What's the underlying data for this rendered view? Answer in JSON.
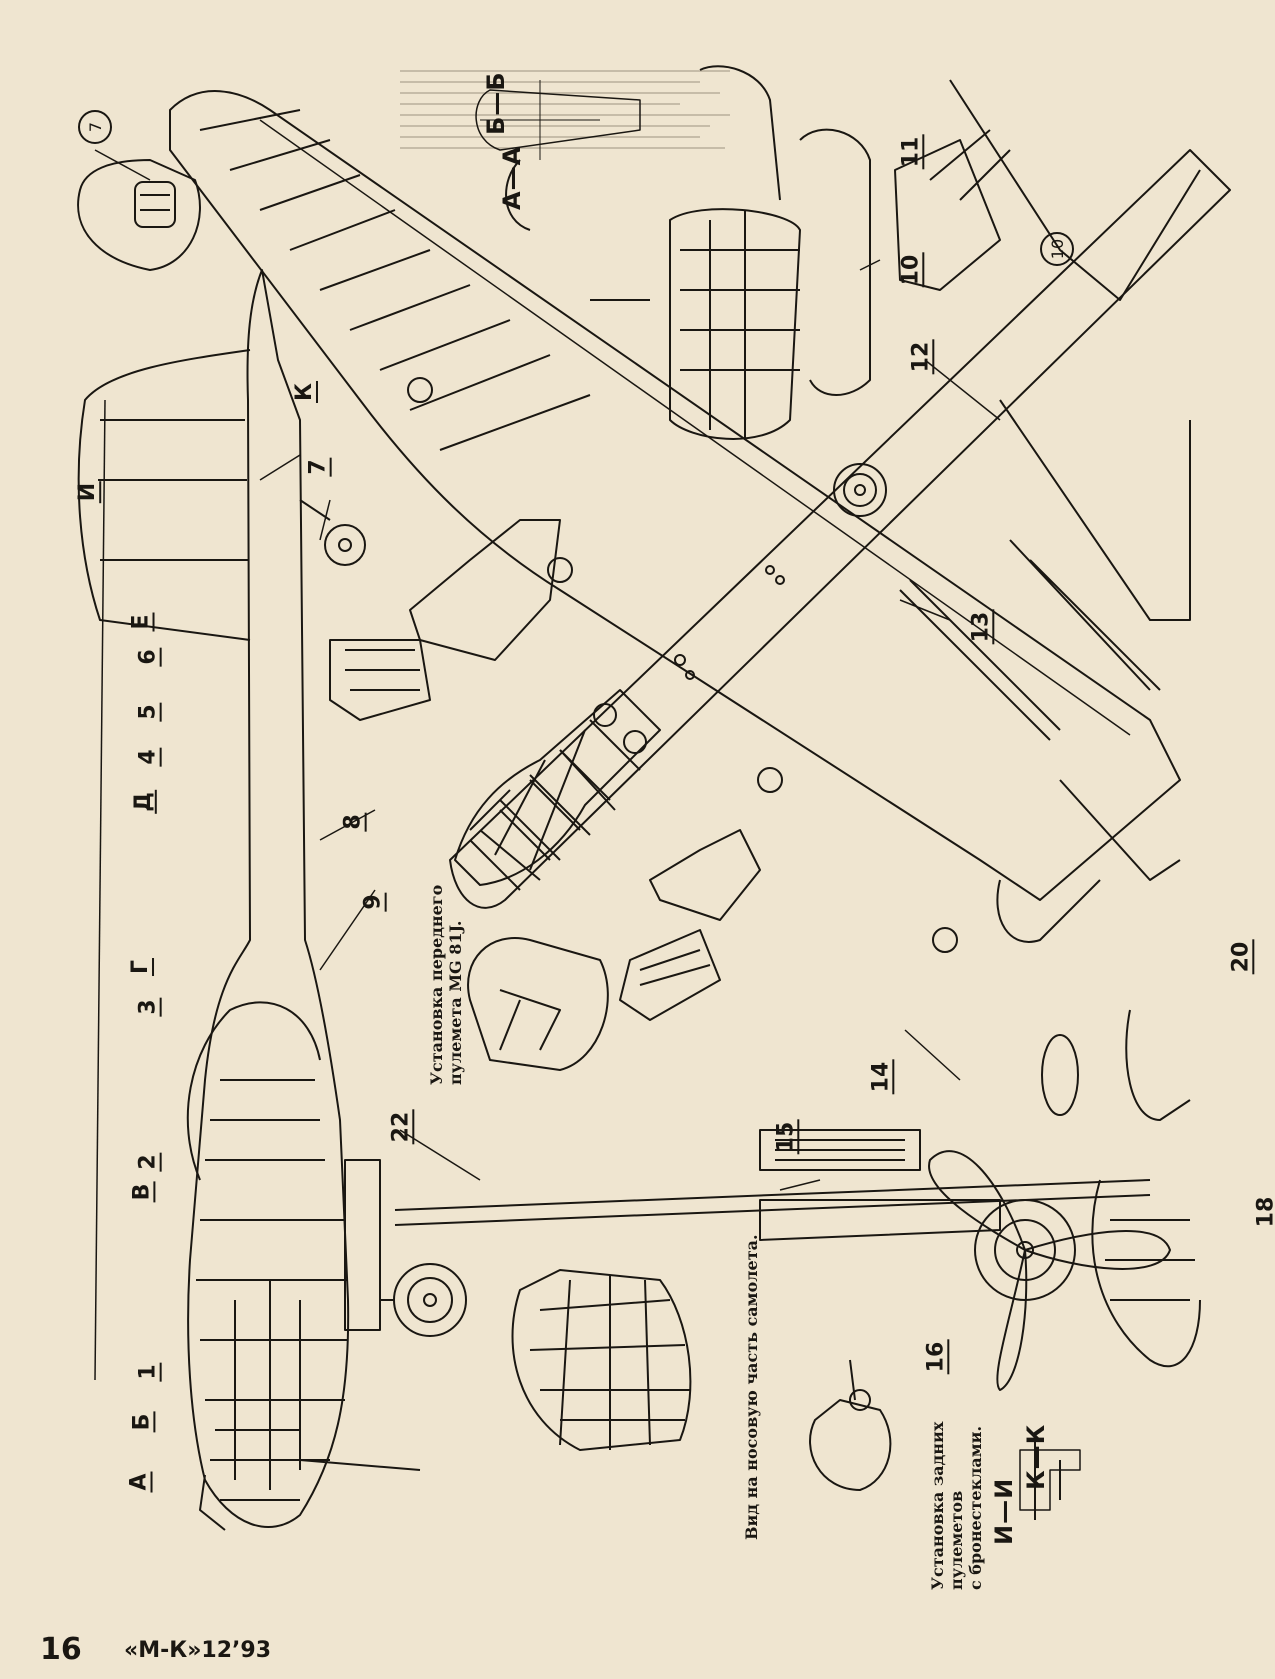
{
  "labels": {
    "n1": "1",
    "n2": "2",
    "n3": "3",
    "n4": "4",
    "n5": "5",
    "n6": "6",
    "n7": "7",
    "n8": "8",
    "n9": "9",
    "n10": "10",
    "n11": "11",
    "n12": "12",
    "n13": "13",
    "n14": "14",
    "n15": "15",
    "n16": "16",
    "n18": "18",
    "n20": "20",
    "n22": "22"
  },
  "callouts": {
    "c7": "7",
    "c10": "10"
  },
  "sections": {
    "A": "А",
    "B": "Б",
    "V": "В",
    "G": "Г",
    "D": "Д",
    "E": "Е",
    "I": "И",
    "K": "К",
    "AA": "А—А",
    "BB": "Б—Б",
    "II": "И—И",
    "KK": "К—К"
  },
  "captions": {
    "front_gun_1": "Установка переднего",
    "front_gun_2": "пулемета MG 81J.",
    "nose_view": "Вид на носовую часть самолета.",
    "rear_guns_1": "Установка задних",
    "rear_guns_2": "пулеметов",
    "rear_guns_3": "с бронестеклами."
  },
  "footer": {
    "page": "16",
    "magazine": "«М-К»12’93"
  }
}
